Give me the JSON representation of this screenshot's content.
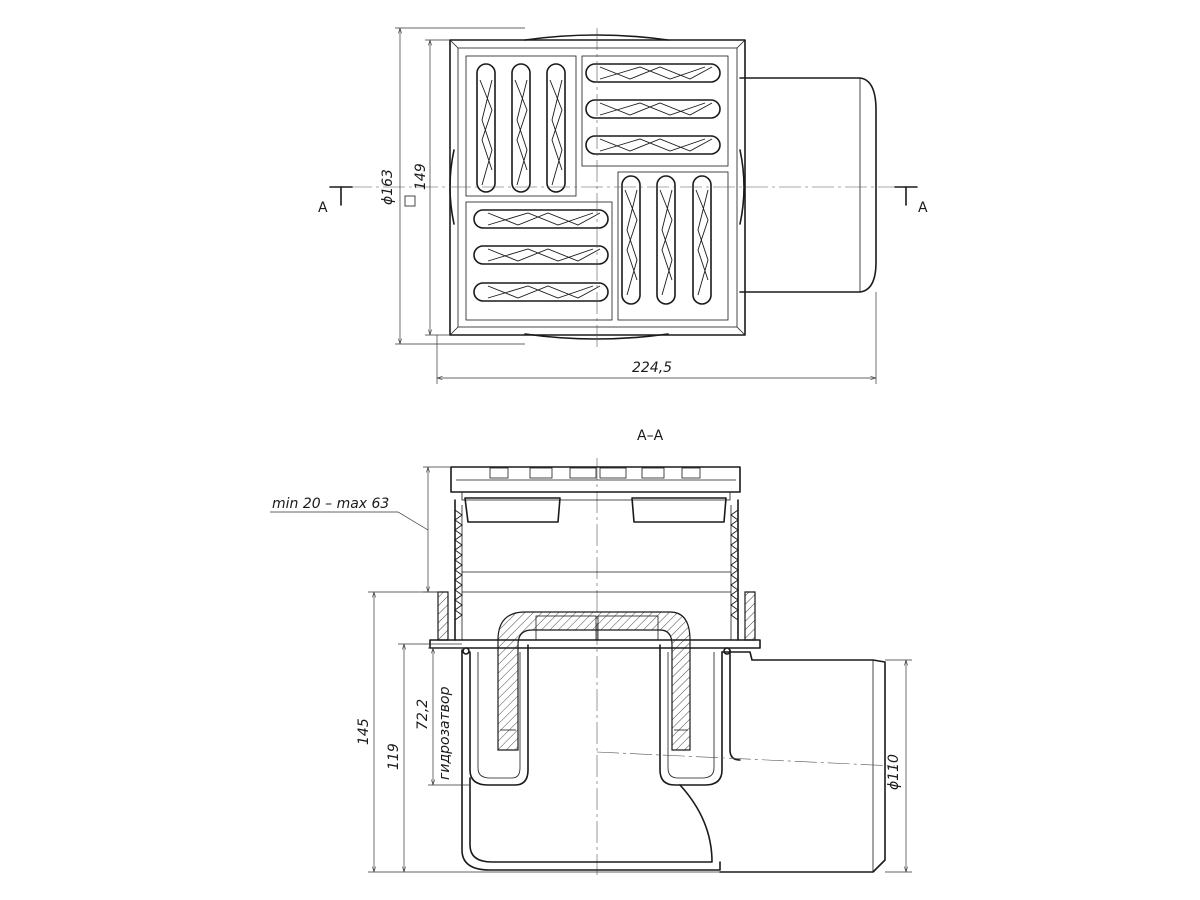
{
  "dimensions": {
    "diameter_grate": "ϕ163",
    "square_frame": "149",
    "overall_width": "224,5",
    "overall_height": "145",
    "body_height": "119",
    "water_seal": "72,2",
    "water_seal_label": "гидрозатвор",
    "outlet_diameter": "ϕ110",
    "height_range": "min 20 – max 63"
  },
  "section": {
    "marker_left": "A",
    "marker_right": "A",
    "title": "A–A"
  }
}
